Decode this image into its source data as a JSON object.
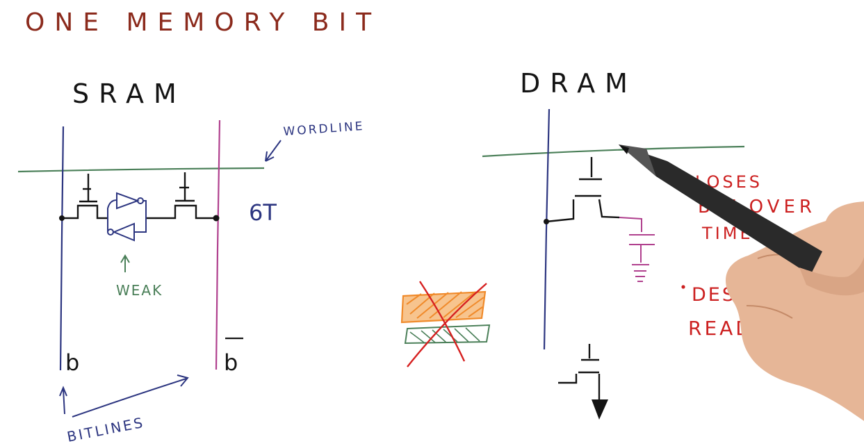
{
  "title": "ONE MEMORY BIT",
  "sram": {
    "heading": "SRAM",
    "wordline_label": "WORDLINE",
    "transistor_count": "6T",
    "weak_label": "WEAK",
    "bitline_left": "b",
    "bitline_right": "b",
    "bitlines_label": "BITLINES"
  },
  "dram": {
    "heading": "DRAM",
    "notes": [
      "LOSES",
      "BIT OVER",
      "TIME",
      "DESTRUCTIVE",
      "READ"
    ]
  },
  "colors": {
    "title": "#8b2a1c",
    "ink_black": "#141414",
    "bitline_blue": "#2c3580",
    "bitline_pink": "#b0408e",
    "wordline_green": "#4a7f58",
    "note_red": "#cc2020",
    "cross_orange": "#f08a2a",
    "cross_red": "#d62020"
  }
}
